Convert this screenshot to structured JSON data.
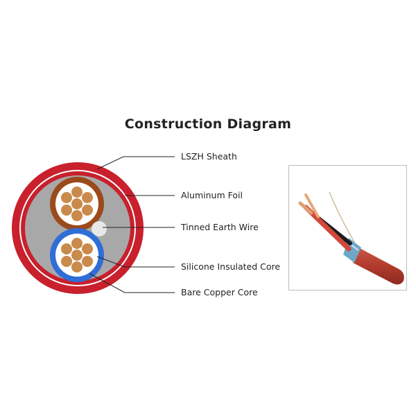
{
  "title": "Construction Diagram",
  "labels": {
    "sheath": "LSZH Sheath",
    "foil": "Aluminum Foil",
    "earth": "Tinned Earth Wire",
    "insulated": "Silicone Insulated Core",
    "copper": "Bare Copper Core"
  },
  "colors": {
    "sheath": "#c8202c",
    "foil": "#a9a9a9",
    "brown_insulation": "#9b4a1c",
    "blue_insulation": "#2f6ed6",
    "copper": "#c98a4b",
    "cable_jacket": "#b84434"
  }
}
